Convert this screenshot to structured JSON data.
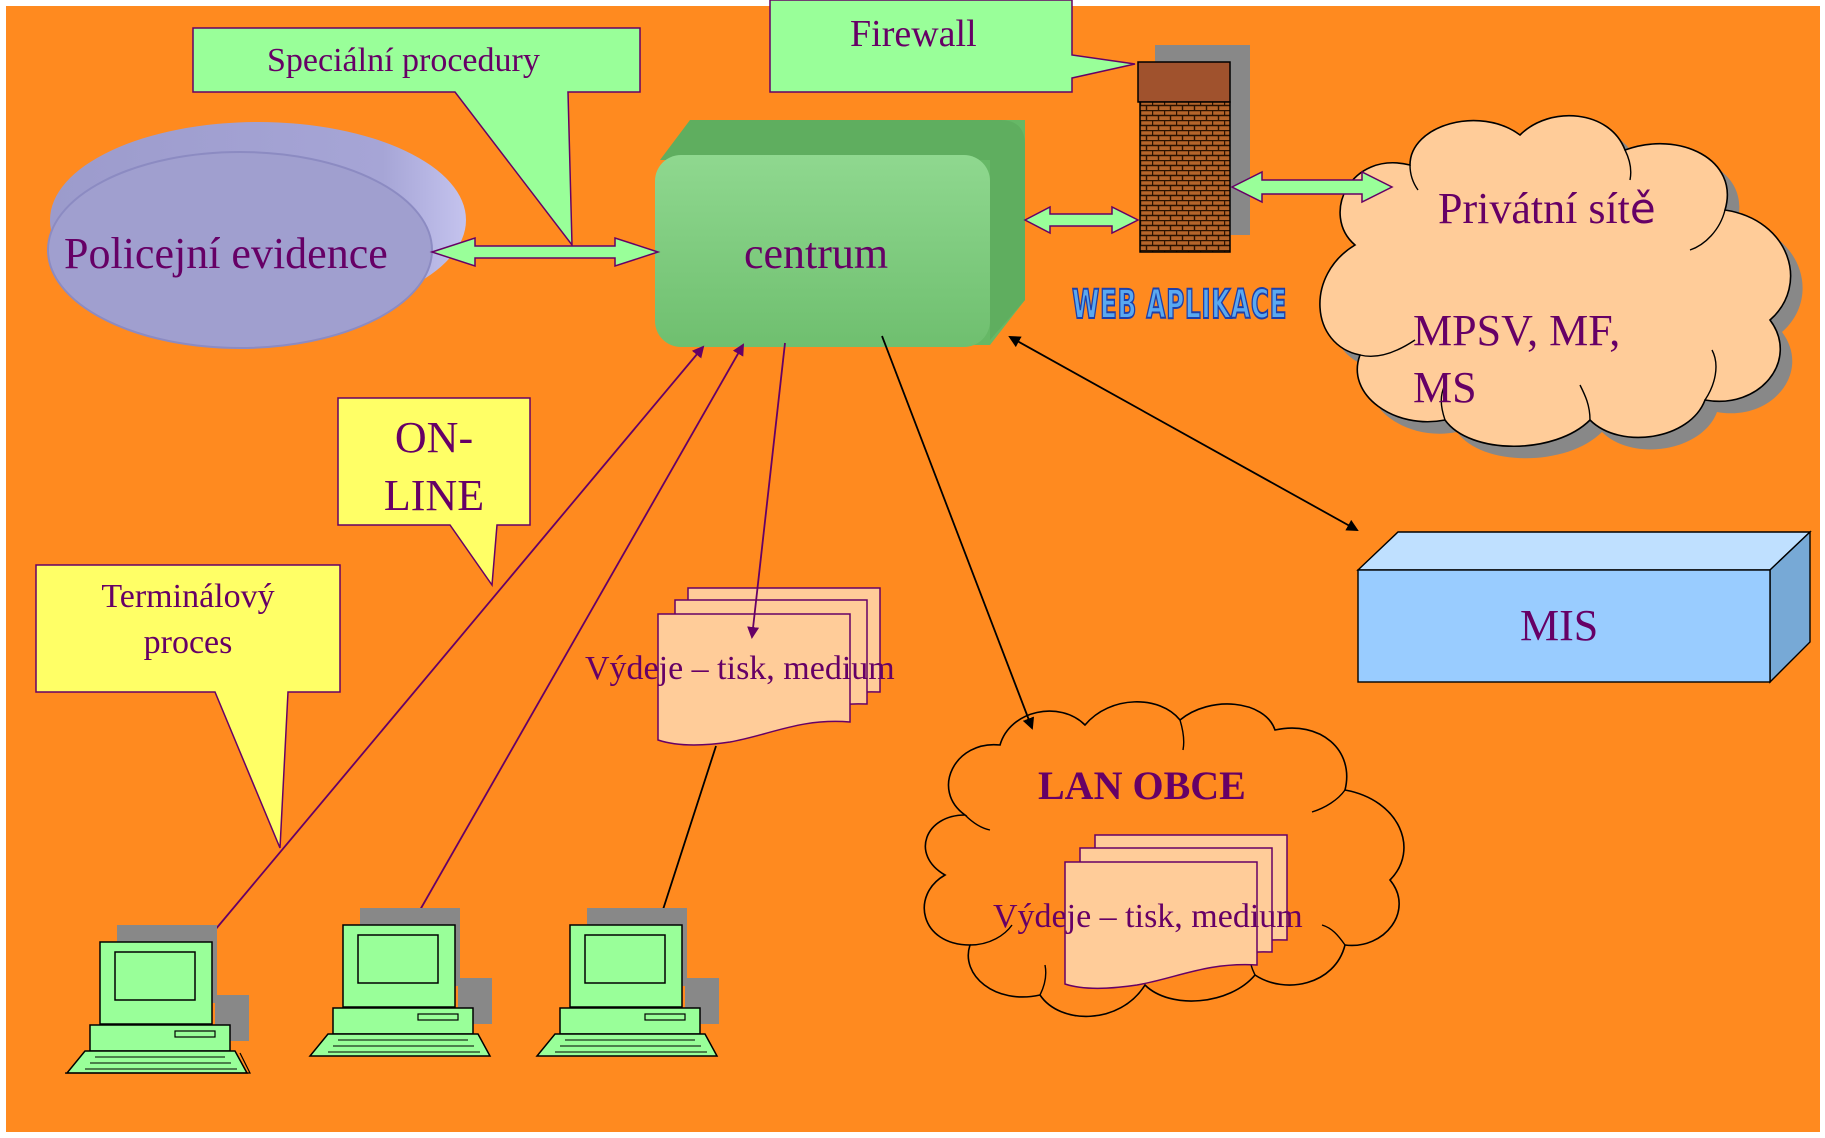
{
  "colors": {
    "background": "#ff8a1f",
    "callout_green": "#99ff99",
    "callout_yellow": "#ffff66",
    "center_green": "#77c577",
    "ellipse_lavender": "#a09fcf",
    "cloud_peach": "#ffcc99",
    "mis_blue": "#99ccff",
    "text_purple": "#660066",
    "firewall_brick": "#a0522d"
  },
  "nodes": {
    "policejni_evidence": "Policejní evidence",
    "centrum": "centrum",
    "firewall_label": "Firewall",
    "specialni_procedury": "Speciální procedury",
    "web_aplikace": "WEB APLIKACE",
    "privatni_site_title": "Privátní sít",
    "privatni_site_title_suffix": "ě",
    "privatni_site_line1": "MPSV, MF,",
    "privatni_site_line2": "MS",
    "online_line1": "ON-",
    "online_line2": "LINE",
    "terminalovy_line1": "Terminálový",
    "terminalovy_line2": "proces",
    "vydeje_1": "Výdeje – tisk, medium",
    "mis": "MIS",
    "lan_obce": "LAN OBCE",
    "vydeje_2": "Výdeje – tisk, medium"
  },
  "icons": [
    "firewall-brick-icon",
    "computer-icon",
    "document-stack-icon",
    "cloud-icon",
    "database-ellipse-icon",
    "box-3d-icon"
  ]
}
